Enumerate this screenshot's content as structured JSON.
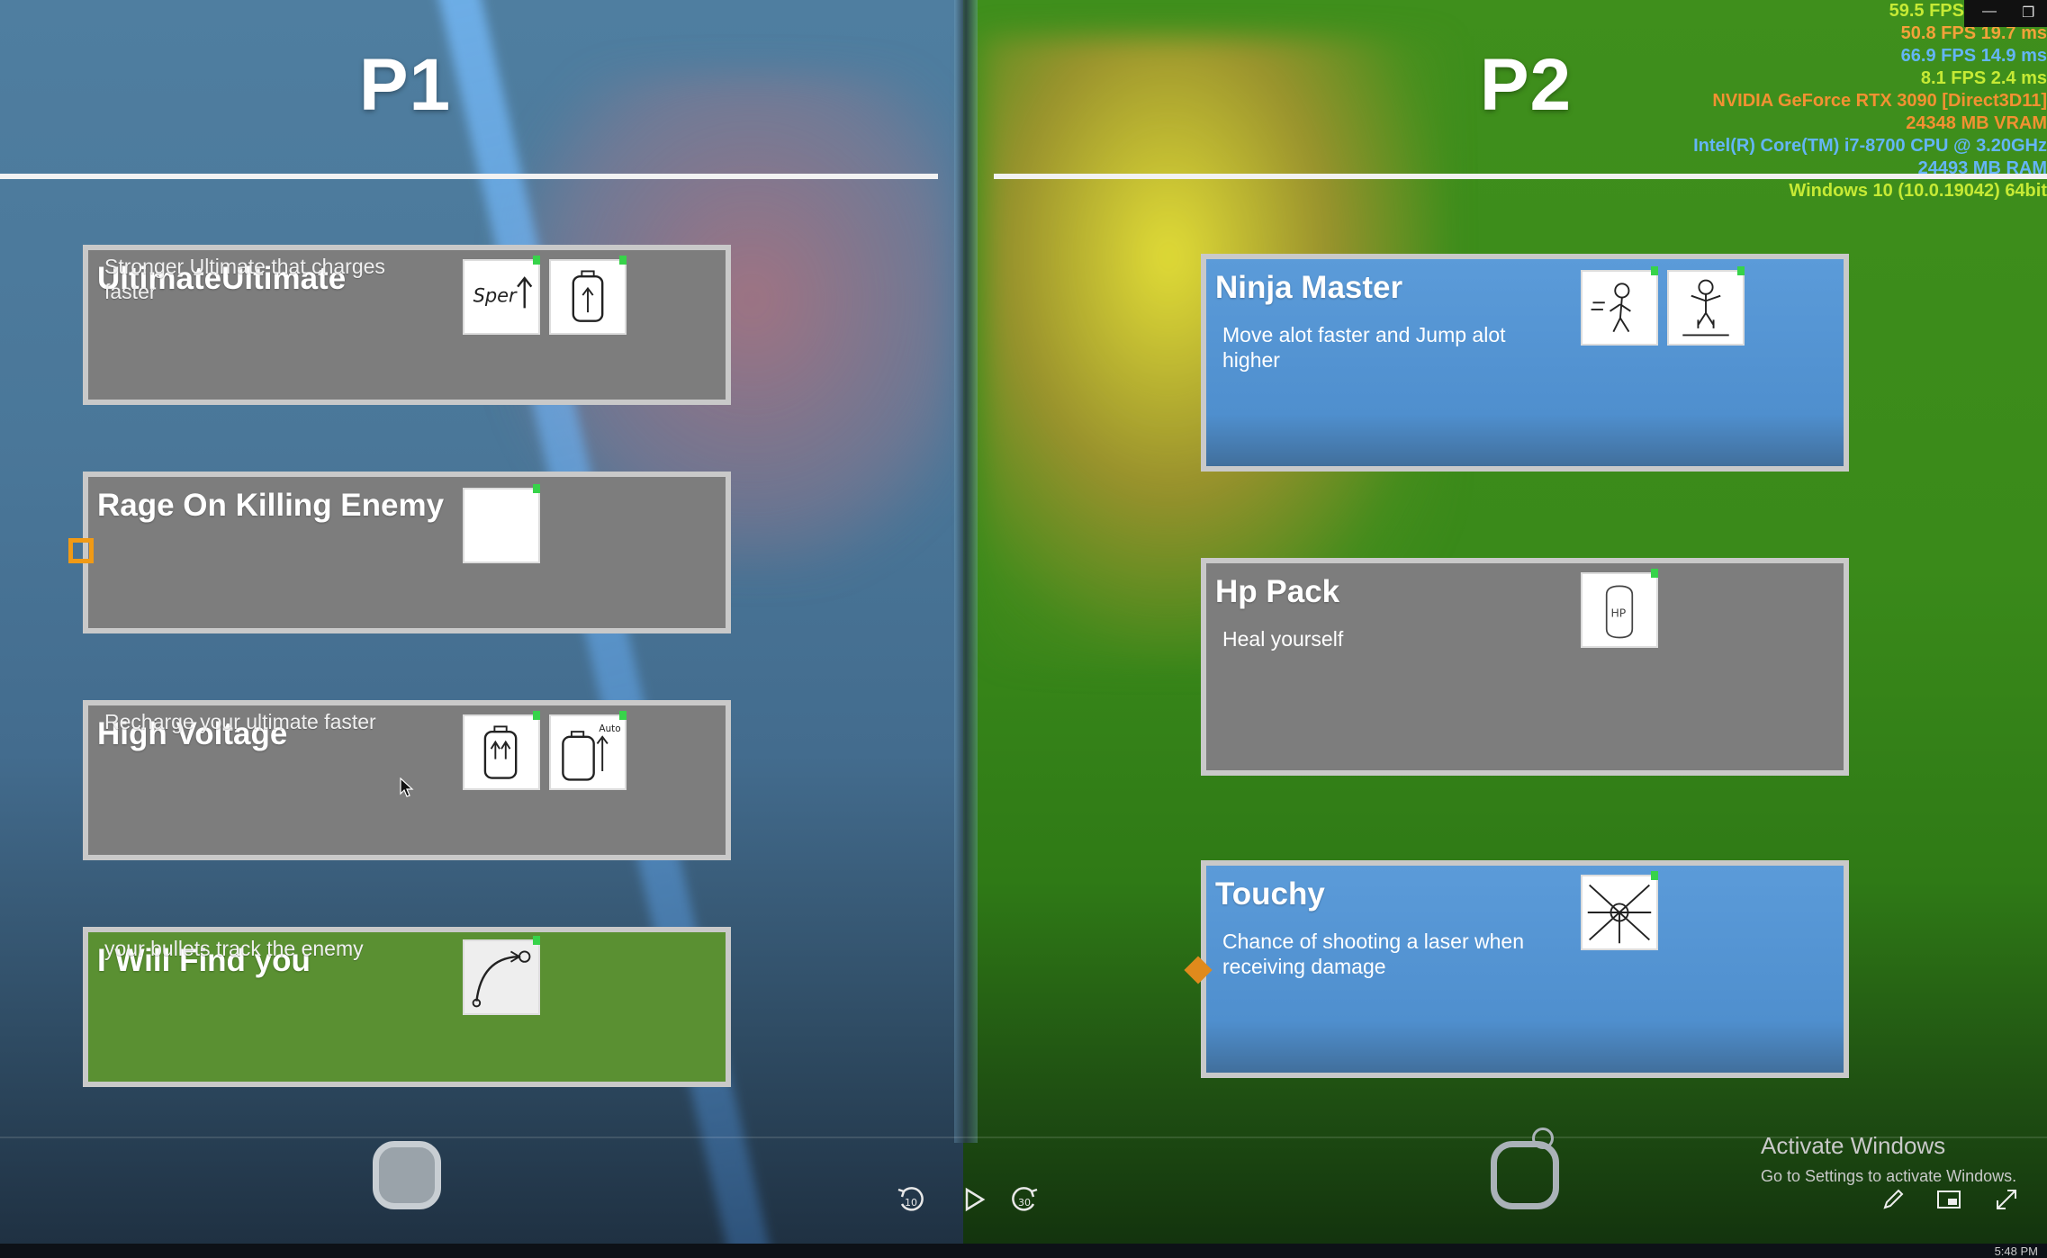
{
  "players": {
    "p1": {
      "label": "P1"
    },
    "p2": {
      "label": "P2"
    }
  },
  "p1_cards": [
    {
      "title": "UltimateUltimate",
      "desc": "Stronger Ultimate that charges faster",
      "state": "gray"
    },
    {
      "title": "Rage On Killing Enemy",
      "desc": "",
      "state": "gray"
    },
    {
      "title": "High Voltage",
      "desc": "Recharge your ultimate faster",
      "state": "gray"
    },
    {
      "title": "I Will Find you",
      "desc": "your bullets track the enemy",
      "state": "green"
    }
  ],
  "p2_cards": [
    {
      "title": "Ninja Master",
      "desc": "Move alot faster and Jump alot higher",
      "state": "blue"
    },
    {
      "title": "Hp Pack",
      "desc": "Heal yourself",
      "state": "gray"
    },
    {
      "title": "Touchy",
      "desc": "Chance of shooting a laser when receiving damage",
      "state": "blue"
    }
  ],
  "perf": [
    {
      "text": "59.5 FPS",
      "color": "#c6ea35"
    },
    {
      "text": "50.8 FPS 19.7 ms",
      "color": "#f3a23a"
    },
    {
      "text": "66.9 FPS 14.9 ms",
      "color": "#64b5f6"
    },
    {
      "text": "8.1 FPS 2.4 ms",
      "color": "#c6ea35"
    },
    {
      "text": "NVIDIA GeForce RTX 3090 [Direct3D11]",
      "color": "#f29132"
    },
    {
      "text": "24348 MB VRAM",
      "color": "#f29132"
    },
    {
      "text": "Intel(R) Core(TM) i7-8700 CPU @ 3.20GHz",
      "color": "#64b5f6"
    },
    {
      "text": "24493 MB RAM",
      "color": "#64b5f6"
    },
    {
      "text": "Windows 10  (10.0.19042) 64bit",
      "color": "#c6ea35"
    }
  ],
  "media": {
    "rewind": "10",
    "forward": "30"
  },
  "activation": {
    "title": "Activate Windows",
    "subtitle": "Go to Settings to activate Windows."
  },
  "clock": "5:48 PM"
}
